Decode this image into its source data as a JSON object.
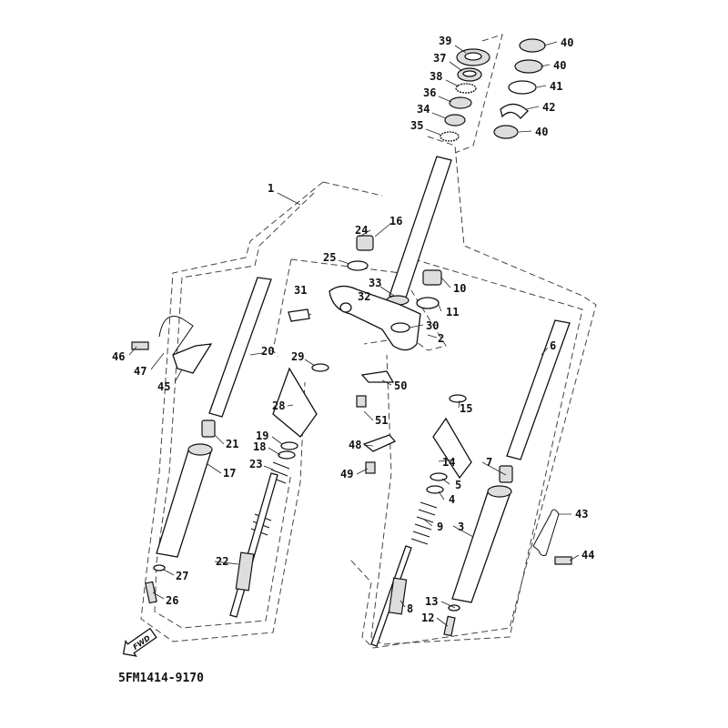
{
  "diagram": {
    "callouts": [
      "39",
      "37",
      "38",
      "36",
      "34",
      "35",
      "40",
      "40",
      "41",
      "42",
      "40",
      "1",
      "16",
      "24",
      "25",
      "10",
      "33",
      "32",
      "31",
      "11",
      "30",
      "2",
      "20",
      "6",
      "46",
      "47",
      "45",
      "29",
      "50",
      "15",
      "28",
      "19",
      "18",
      "51",
      "48",
      "21",
      "14",
      "7",
      "23",
      "17",
      "5",
      "49",
      "4",
      "43",
      "9",
      "3",
      "44",
      "27",
      "22",
      "26",
      "13",
      "8",
      "12"
    ],
    "fwd_label": "FWD",
    "drawing_code": "5FM1414-9170"
  }
}
